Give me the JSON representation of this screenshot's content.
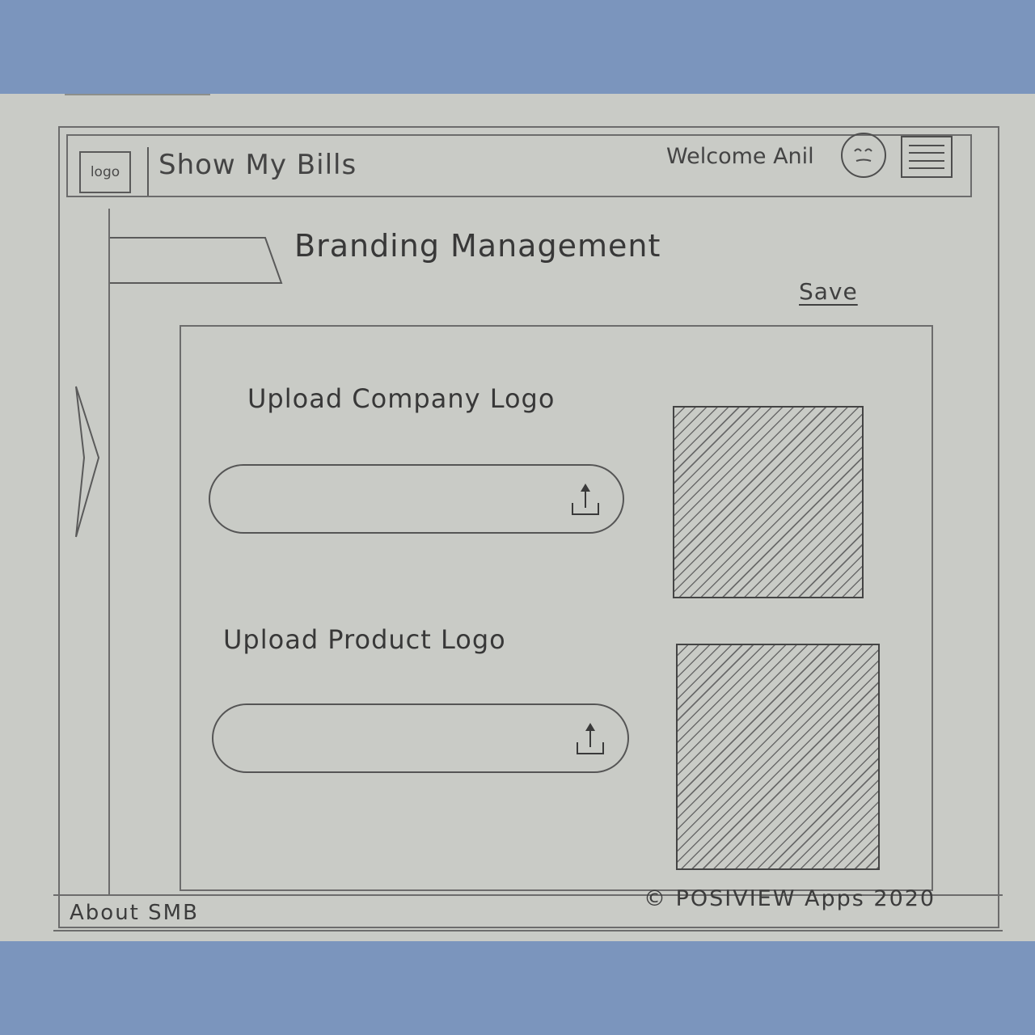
{
  "header": {
    "logo_text": "logo",
    "app_title": "Show My Bills",
    "welcome_text": "Welcome Anil"
  },
  "page": {
    "title": "Branding Management",
    "save_label": "Save"
  },
  "uploads": [
    {
      "label": "Upload Company Logo"
    },
    {
      "label": "Upload Product Logo"
    }
  ],
  "footer": {
    "about_label": "About SMB",
    "copyright": "© POSIVIEW Apps 2020"
  },
  "icons": {
    "avatar": "user-avatar-icon",
    "menu": "hamburger-menu-icon",
    "sidebar_toggle": "chevron-right-icon",
    "upload": "upload-icon"
  }
}
